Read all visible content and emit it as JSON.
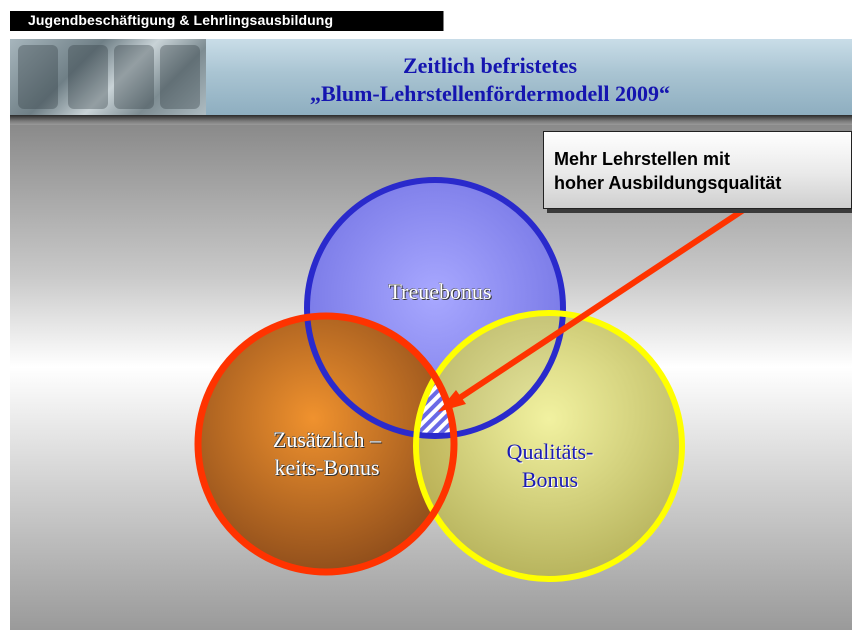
{
  "header": {
    "label": "Jugendbeschäftigung & Lehrlingsausbildung",
    "title_line1": "Zeitlich befristetes",
    "title_line2": "„Blum-Lehrstellenfördermodell 2009“"
  },
  "callout": {
    "line1": "Mehr Lehrstellen mit",
    "line2": "hoher Ausbildungsqualität"
  },
  "venn": {
    "circles": [
      {
        "id": "treue",
        "label_line1": "Treuebonus",
        "label_line2": "",
        "fill": "#8f8ff0",
        "stroke": "#2a2acc"
      },
      {
        "id": "zusaetzlich",
        "label_line1": "Zusätzlich –",
        "label_line2": "keits-Bonus",
        "fill": "#d9781f",
        "stroke": "#ff3300"
      },
      {
        "id": "qualitaet",
        "label_line1": "Qualitäts-",
        "label_line2": "Bonus",
        "fill": "#d8d86a",
        "stroke": "#ffff00"
      }
    ],
    "arrow_color": "#ff3300"
  }
}
